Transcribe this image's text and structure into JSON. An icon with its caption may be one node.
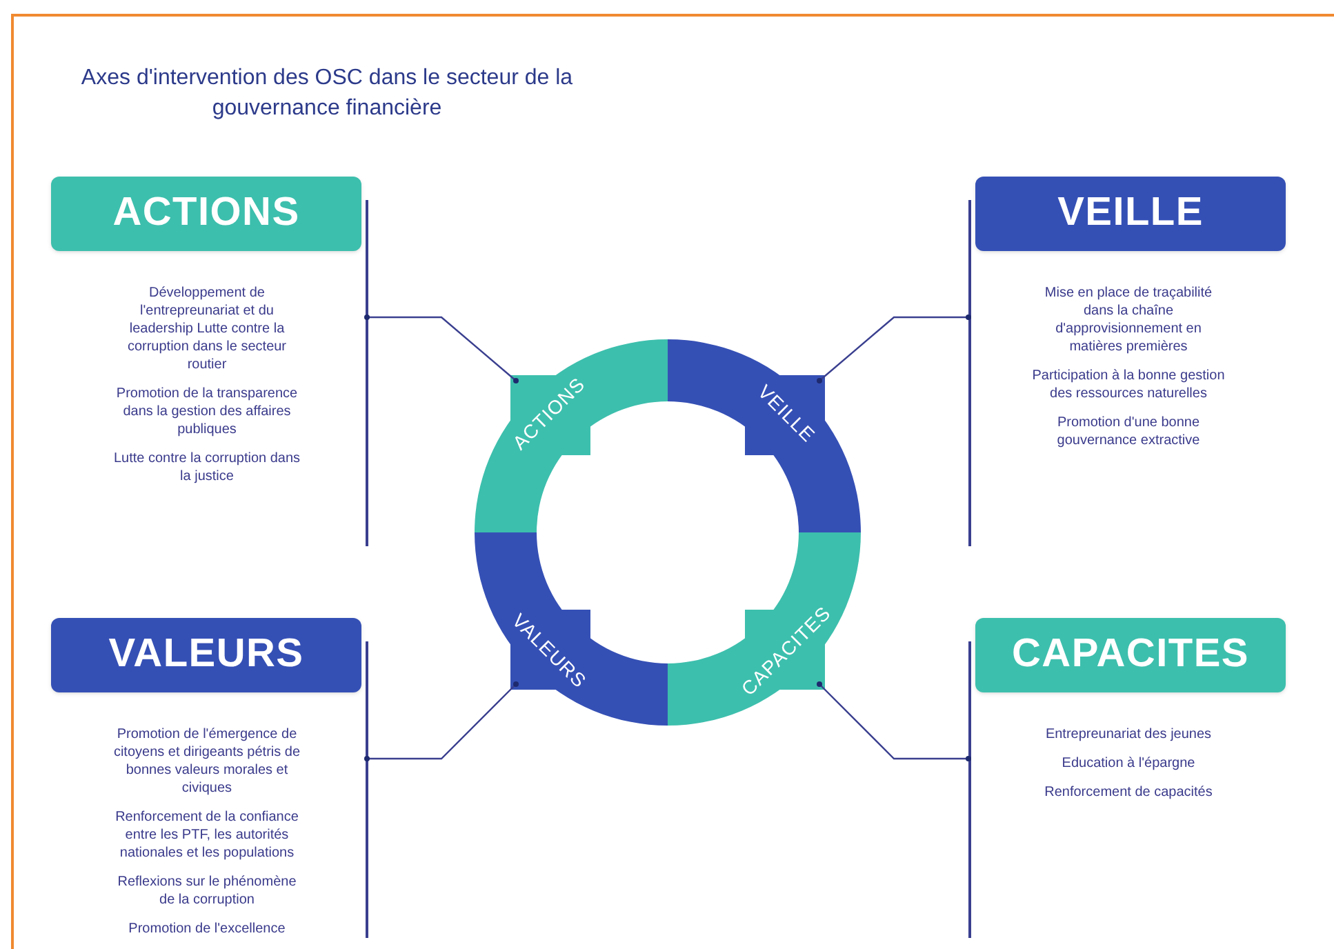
{
  "diagram": {
    "title": "Axes d'intervention des OSC dans le secteur de la gouvernance financière",
    "nodes": [
      {
        "text": [
          "ACTIONS",
          "Développement de l'entrepreunariat et du leadership Lutte contre la corruption dans le secteur routier",
          "Promotion de la transparence dans la gestion des affaires publiques",
          "Lutte contre la corruption dans la justice"
        ]
      },
      {
        "text": [
          "VEILLE",
          "Mise en place de traçabilité dans la chaîne d'approvisionnement en matières premières",
          "Participation à la bonne gestion des ressources naturelles",
          "Promotion d'une bonne gouvernance extractive"
        ]
      },
      {
        "text": [
          "VALEURS",
          "Promotion de l'émergence de citoyens et dirigeants pétris de bonnes valeurs morales et civiques",
          "Renforcement de la confiance entre les PTF, les autorités nationales et les populations",
          "Reflexions sur le phénomène de la corruption",
          "Promotion de l'excellence"
        ]
      },
      {
        "text": [
          "CAPACITES",
          "Entrepreunariat des jeunes",
          "Education à l'épargne",
          "Renforcement de capacités"
        ]
      },
      {
        "text": [
          "ACTIONS"
        ]
      },
      {
        "text": [
          "VEILLE"
        ]
      },
      {
        "text": [
          "VALEURS"
        ]
      },
      {
        "text": [
          "CAPACITES"
        ]
      }
    ],
    "edges": [
      {
        "from": 4,
        "to": 0,
        "arrow": "other"
      },
      {
        "from": 5,
        "to": 1,
        "arrow": "other"
      },
      {
        "from": 6,
        "to": 2,
        "arrow": "other"
      },
      {
        "from": 7,
        "to": 3,
        "arrow": "other"
      }
    ]
  }
}
